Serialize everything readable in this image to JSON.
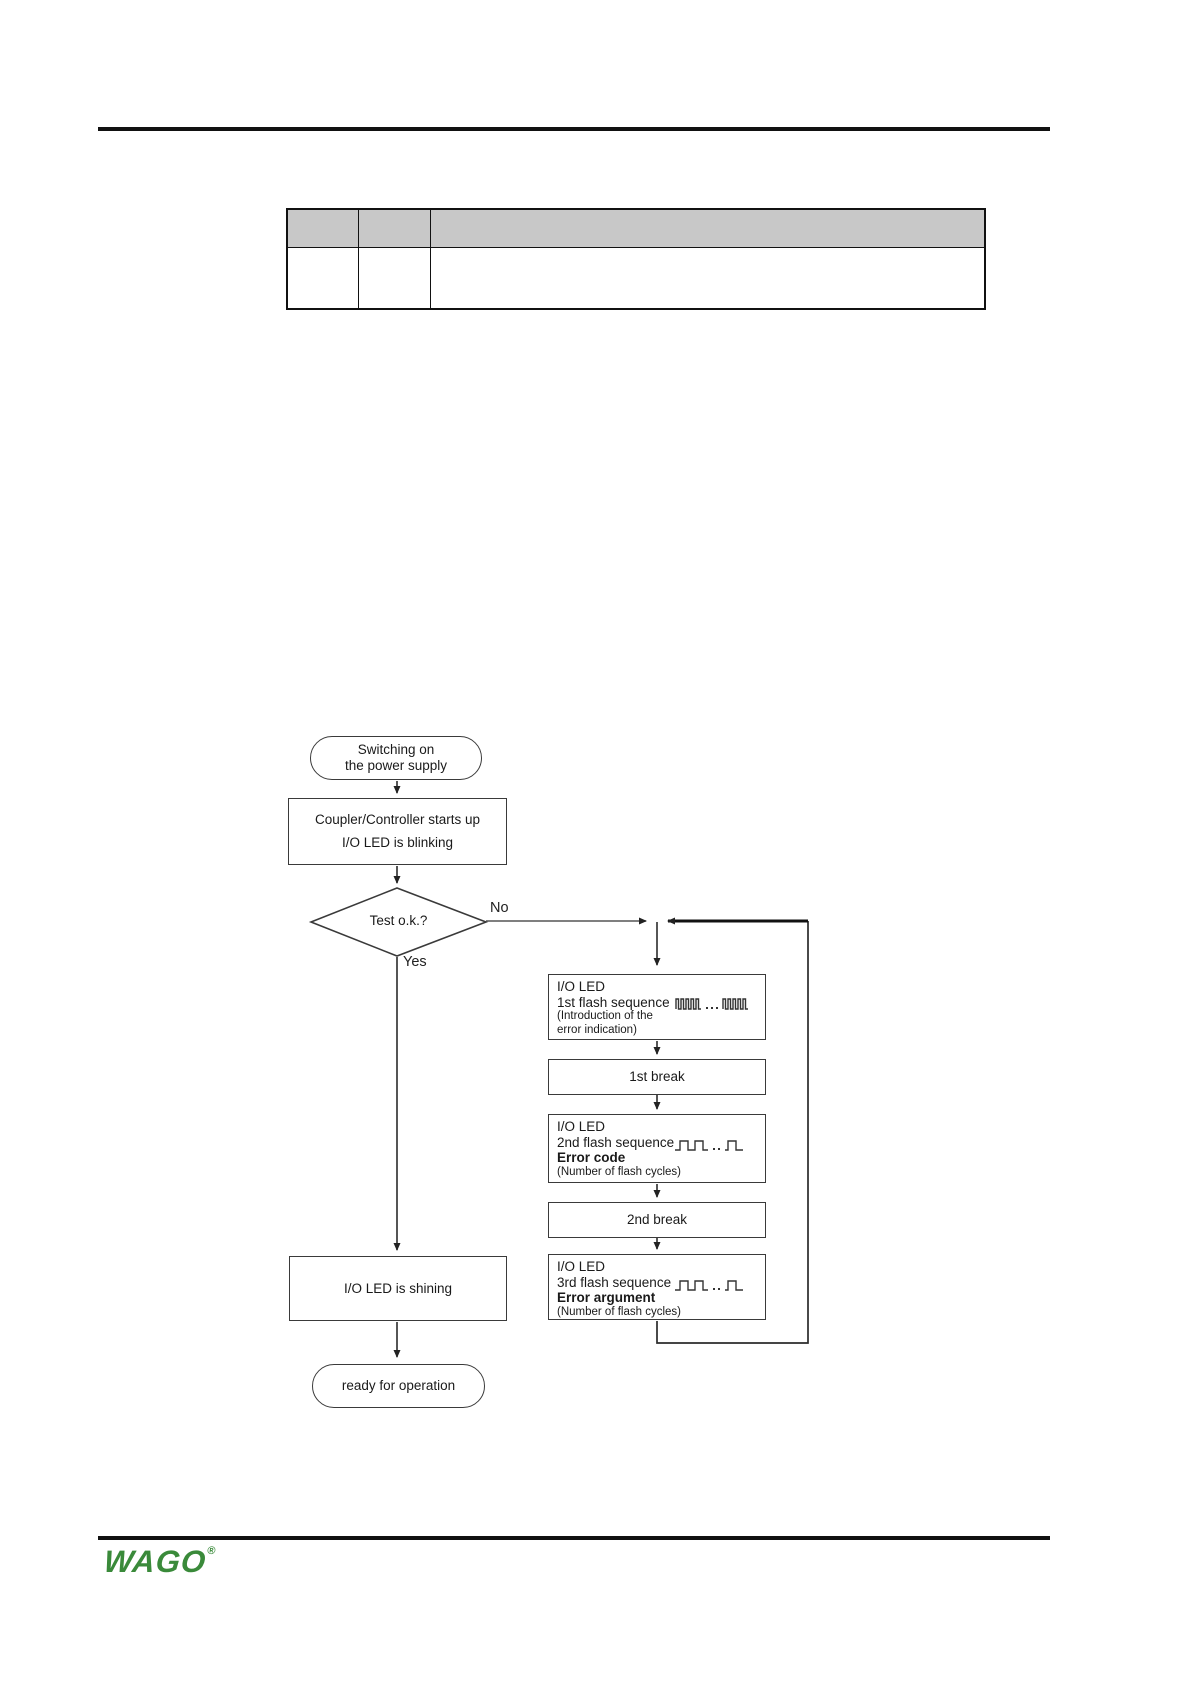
{
  "colors": {
    "logo_green": "#3a8a3a",
    "table_header_bg": "#c8c8c8",
    "line_color": "#2b2b2b"
  },
  "table": {
    "header_cells": [
      "",
      "",
      ""
    ],
    "body_cells": [
      "",
      "",
      ""
    ]
  },
  "flowchart": {
    "start": {
      "line1": "Switching on",
      "line2": "the power supply"
    },
    "startup": {
      "line1": "Coupler/Controller starts up",
      "line2": "I/O LED is blinking"
    },
    "decision": {
      "label": "Test o.k.?"
    },
    "branch_no": "No",
    "branch_yes": "Yes",
    "seq1": {
      "line1": "I/O LED",
      "line2": "1st flash sequence",
      "note1": "(Introduction of the",
      "note2": "error indication)",
      "waveform": "fast-pulse-train"
    },
    "break1": "1st break",
    "seq2": {
      "line1": "I/O LED",
      "line2": "2nd flash sequence",
      "bold": "Error code",
      "note": "(Number of flash cycles)",
      "waveform": "slow-pulse-train"
    },
    "break2": "2nd break",
    "seq3": {
      "line1": "I/O LED",
      "line2": "3rd flash sequence",
      "bold": "Error argument",
      "note": "(Number of flash cycles)",
      "waveform": "slow-pulse-train"
    },
    "shining": "I/O LED is shining",
    "end": "ready for operation"
  },
  "footer": {
    "logo": "WAGO",
    "registered": "®"
  }
}
